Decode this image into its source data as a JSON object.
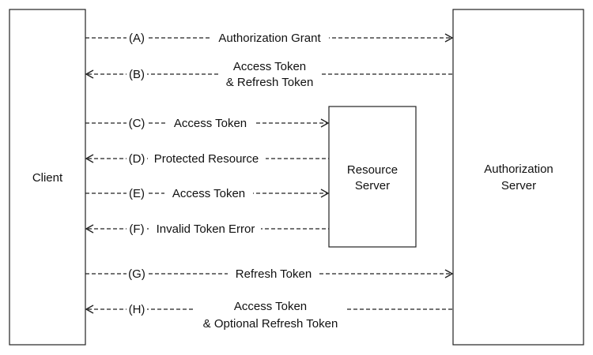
{
  "participants": {
    "client": "Client",
    "resource_server": [
      "Resource",
      "Server"
    ],
    "authorization_server": [
      "Authorization",
      "Server"
    ]
  },
  "flows": [
    {
      "step": "(A)",
      "label": [
        "Authorization Grant"
      ],
      "from": "client",
      "to": "authorization_server"
    },
    {
      "step": "(B)",
      "label": [
        "Access Token",
        "& Refresh Token"
      ],
      "from": "authorization_server",
      "to": "client"
    },
    {
      "step": "(C)",
      "label": [
        "Access Token"
      ],
      "from": "client",
      "to": "resource_server"
    },
    {
      "step": "(D)",
      "label": [
        "Protected Resource"
      ],
      "from": "resource_server",
      "to": "client"
    },
    {
      "step": "(E)",
      "label": [
        "Access Token"
      ],
      "from": "client",
      "to": "resource_server"
    },
    {
      "step": "(F)",
      "label": [
        "Invalid Token Error"
      ],
      "from": "resource_server",
      "to": "client"
    },
    {
      "step": "(G)",
      "label": [
        "Refresh Token"
      ],
      "from": "client",
      "to": "authorization_server"
    },
    {
      "step": "(H)",
      "label": [
        "Access Token",
        "& Optional Refresh Token"
      ],
      "from": "authorization_server",
      "to": "client"
    }
  ]
}
